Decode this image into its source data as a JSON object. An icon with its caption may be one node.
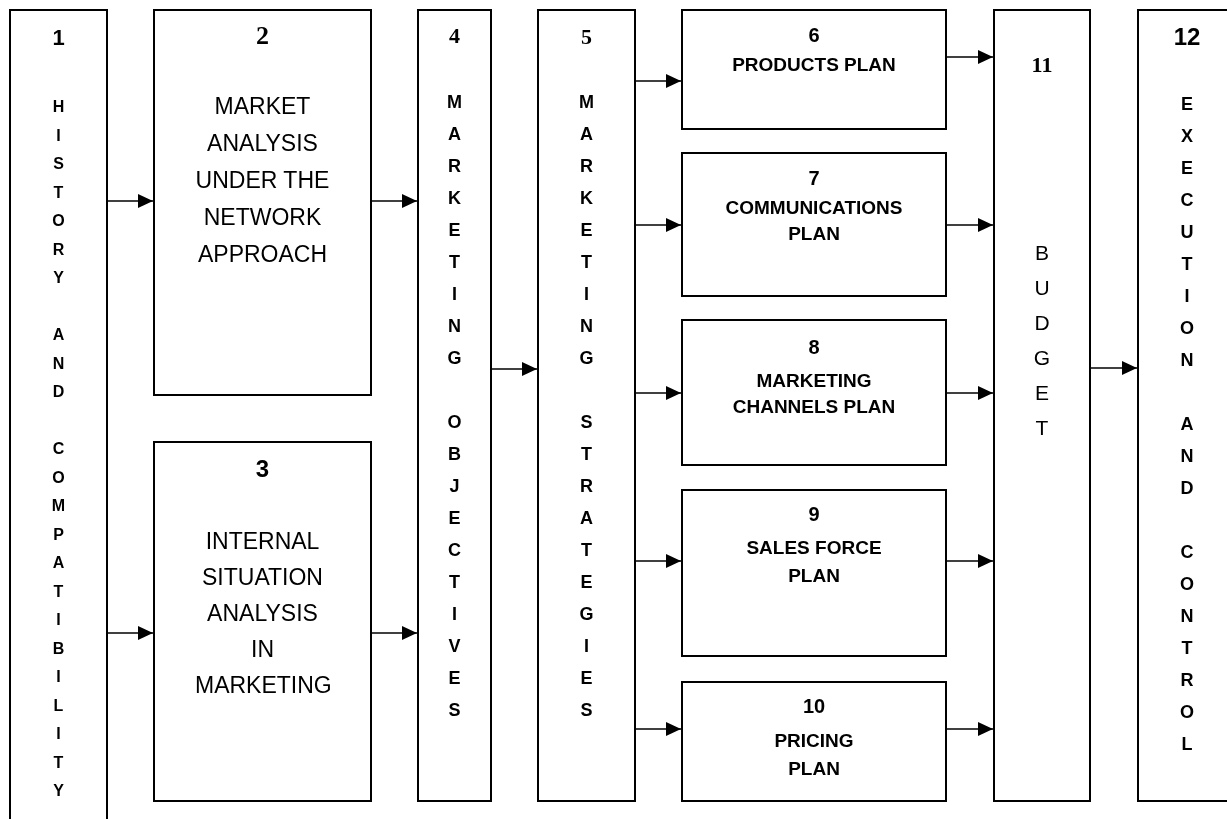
{
  "diagram": {
    "nodes": [
      {
        "text": [
          "1",
          "HISTORY AND COMPATIBILITY"
        ]
      },
      {
        "text": [
          "2",
          "MARKET ANALYSIS UNDER THE NETWORK APPROACH"
        ]
      },
      {
        "text": [
          "3",
          "INTERNAL SITUATION ANALYSIS IN MARKETING"
        ]
      },
      {
        "text": [
          "4",
          "MARKETING OBJECTIVES"
        ]
      },
      {
        "text": [
          "5",
          "MARKETING STRATEGIES"
        ]
      },
      {
        "text": [
          "6",
          "PRODUCTS PLAN"
        ]
      },
      {
        "text": [
          "7",
          "COMMUNICATIONS PLAN"
        ]
      },
      {
        "text": [
          "8",
          "MARKETING CHANNELS PLAN"
        ]
      },
      {
        "text": [
          "9",
          "SALES FORCE PLAN"
        ]
      },
      {
        "text": [
          "10",
          "PRICING PLAN"
        ]
      },
      {
        "text": [
          "11",
          "BUDGET"
        ]
      },
      {
        "text": [
          "12",
          "EXECUTION AND CONTROL"
        ]
      }
    ],
    "edges": [
      {
        "from": 0,
        "to": 1,
        "arrow": "to"
      },
      {
        "from": 0,
        "to": 2,
        "arrow": "to"
      },
      {
        "from": 1,
        "to": 3,
        "arrow": "to"
      },
      {
        "from": 2,
        "to": 3,
        "arrow": "to"
      },
      {
        "from": 3,
        "to": 4,
        "arrow": "to"
      },
      {
        "from": 4,
        "to": 5,
        "arrow": "to"
      },
      {
        "from": 4,
        "to": 6,
        "arrow": "to"
      },
      {
        "from": 4,
        "to": 7,
        "arrow": "to"
      },
      {
        "from": 4,
        "to": 8,
        "arrow": "to"
      },
      {
        "from": 4,
        "to": 9,
        "arrow": "to"
      },
      {
        "from": 5,
        "to": 10,
        "arrow": "to"
      },
      {
        "from": 6,
        "to": 10,
        "arrow": "to"
      },
      {
        "from": 7,
        "to": 10,
        "arrow": "to"
      },
      {
        "from": 8,
        "to": 10,
        "arrow": "to"
      },
      {
        "from": 9,
        "to": 10,
        "arrow": "to"
      },
      {
        "from": 10,
        "to": 11,
        "arrow": "to"
      }
    ]
  }
}
